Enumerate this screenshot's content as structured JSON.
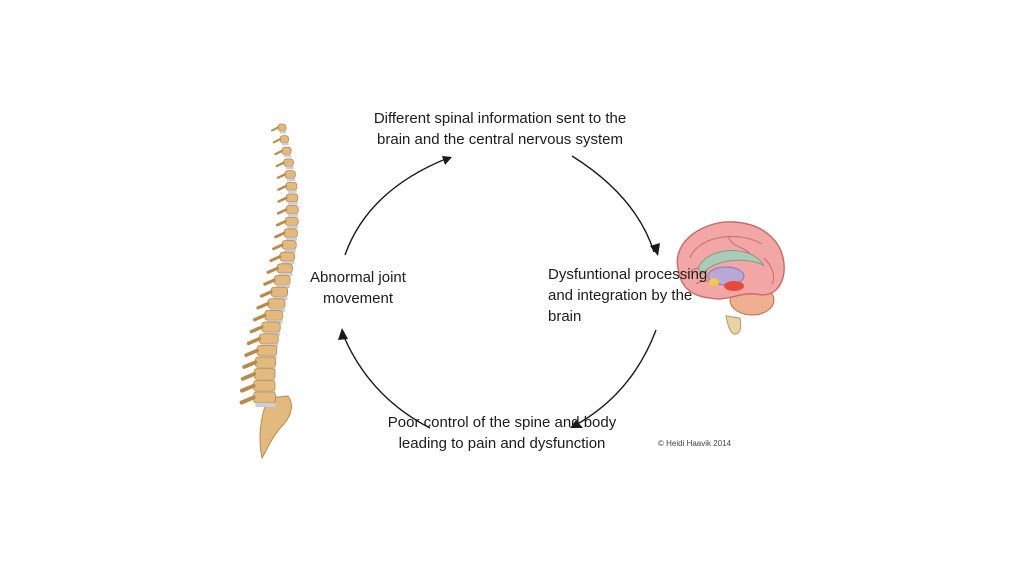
{
  "cycle": {
    "top": "Different spinal information sent to the brain and the central nervous system",
    "right": "Dysfuntional processing and integration by the brain",
    "bottom": "Poor control of the spine and body leading to pain and dysfunction",
    "left": "Abnormal joint movement"
  },
  "copyright": "© Heidi Haavik 2014",
  "colors": {
    "bone": "#e3b97e",
    "bone_shadow": "#b98a4e",
    "disc": "#c7cfdc",
    "brain": "#f2a6a6",
    "brain_outline": "#c86a6a",
    "brain_inner": "#a9cbb8",
    "brainstem": "#e8d2a8",
    "highlight": "#e84a3a"
  }
}
